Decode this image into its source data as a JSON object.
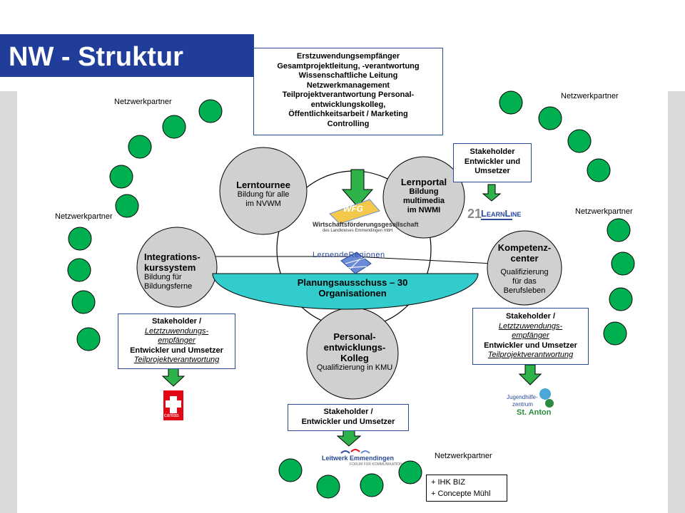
{
  "header": {
    "title": "NW - Struktur"
  },
  "top_box": {
    "lines": [
      "Erstzuwendungsempfänger",
      "Gesamtprojektleitung, -verantwortung",
      "Wissenschaftliche Leitung",
      "Netzwerkmanagement",
      "Teilprojektverantwortung Personal-",
      "entwicklungskolleg,",
      "Öffentlichkeitsarbeit / Marketing",
      "Controlling"
    ]
  },
  "network_labels": {
    "top_left": "Netzwerkpartner",
    "top_right": "Netzwerkpartner",
    "mid_left": "Netzwerkpartner",
    "mid_right": "Netzwerkpartner",
    "bottom": "Netzwerkpartner"
  },
  "stakeholder_top_right": {
    "lines": [
      "Stakeholder",
      "Entwickler und",
      "Umsetzer"
    ]
  },
  "stakeholder_left": {
    "line1": "Stakeholder /",
    "line2": "Letztzuwendungs-",
    "line3": "empfänger",
    "line4": "Entwickler und Umsetzer",
    "line5": "Teilprojektverantwortung"
  },
  "stakeholder_right": {
    "line1": "Stakeholder /",
    "line2": "Letztzuwendungs-",
    "line3": "empfänger",
    "line4": "Entwickler und Umsetzer",
    "line5": "Teilprojektverantwortung"
  },
  "stakeholder_bottom": {
    "line1": "Stakeholder /",
    "line2": "Entwickler und Umsetzer"
  },
  "circles": {
    "lerntournee": {
      "heading": "Lerntournee",
      "sub1": "Bildung für alle",
      "sub2": "im NVWM"
    },
    "lernportal": {
      "heading": "Lernportal",
      "sub1": "Bildung",
      "sub2": "multimedia",
      "sub3": "im NWMI"
    },
    "integration": {
      "heading1": "Integrations-",
      "heading2": "kurssystem",
      "sub1": "Bildung für",
      "sub2": "Bildungsferne"
    },
    "kompetenz": {
      "heading1": "Kompetenz-",
      "heading2": "center",
      "sub1": "Qualifizierung",
      "sub2": "für das",
      "sub3": "Berufsleben"
    },
    "personal": {
      "heading1": "Personal-",
      "heading2": "entwicklungs-",
      "heading3": "Kolleg",
      "sub1": "Qualifizierung in KMU"
    }
  },
  "center": {
    "wfg_logo": "WFG",
    "wfg_line1": "Wirtschaftsförderungsgesellschaft",
    "wfg_line2": "des Landkreises Emmendingen mbH",
    "lernende_regionen": "LernendeRegionen",
    "planning_line1": "Planungsausschuss – 30",
    "planning_line2": "Organisationen"
  },
  "logos": {
    "learnline_num": "21",
    "learnline_text": "LearnLine",
    "caritas": "caritas",
    "jugendhilfe_line1": "Jugendhilfe-",
    "jugendhilfe_line2": "zentrum",
    "jugendhilfe_name": "St. Anton",
    "leitwerk_name": "Leitwerk Emmendingen",
    "leitwerk_sub": "FORUM FÜR KOMMUNIKATION"
  },
  "partners_list": {
    "item1": "+ IHK BIZ",
    "item2": "+ Concepte Mühl"
  },
  "colors": {
    "title_bar": "#1f3d99",
    "partner_circle": "#00b050",
    "arrow_green": "#2db34a",
    "ellipse_cyan": "#33cccc",
    "node_grey": "#d0d0d0",
    "side_bar": "#d9d9d9"
  }
}
